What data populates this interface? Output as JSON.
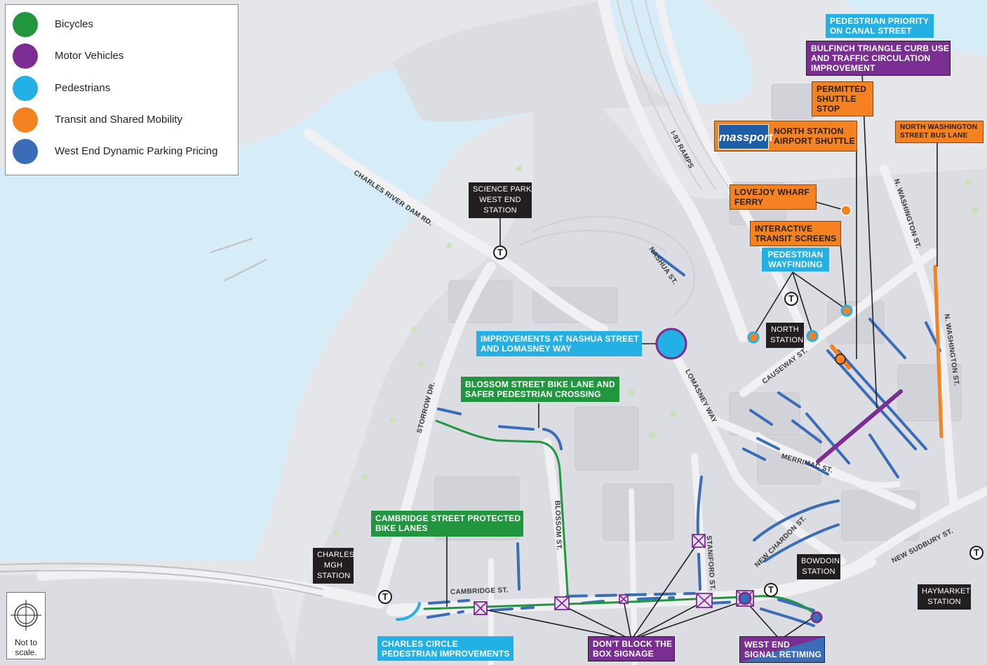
{
  "legend": {
    "items": [
      {
        "label": "Bicycles",
        "color": "#21963f"
      },
      {
        "label": "Motor Vehicles",
        "color": "#7b2e91"
      },
      {
        "label": "Pedestrians",
        "color": "#23b0e4"
      },
      {
        "label": "Transit and Shared Mobility",
        "color": "#f48221"
      },
      {
        "label": "West End Dynamic Parking Pricing",
        "color": "#3a6cb8"
      }
    ]
  },
  "scale_note": "Not to scale.",
  "transit_symbol": "T",
  "stations": {
    "science_park": [
      "SCIENCE PARK/",
      "WEST END",
      "STATION"
    ],
    "north": [
      "NORTH",
      "STATION"
    ],
    "charles_mgh": [
      "CHARLES",
      "MGH",
      "STATION"
    ],
    "bowdoin": [
      "BOWDOIN",
      "STATION"
    ],
    "haymarket": [
      "HAYMARKET",
      "STATION"
    ]
  },
  "callouts": {
    "ped_canal": [
      "PEDESTRIAN PRIORITY",
      "ON CANAL STREET"
    ],
    "bulfinch": [
      "BULFINCH TRIANGLE CURB USE",
      "AND TRAFFIC CIRCULATION",
      "IMPROVEMENT"
    ],
    "shuttle_stop": [
      "PERMITTED",
      "SHUTTLE",
      "STOP"
    ],
    "massport_logo": "massport",
    "airport_shuttle": [
      "NORTH STATION",
      "AIRPORT SHUTTLE"
    ],
    "n_wash_bus": [
      "NORTH WASHINGTON",
      "STREET BUS LANE"
    ],
    "lovejoy": [
      "LOVEJOY WHARF",
      "FERRY"
    ],
    "transit_screens": [
      "INTERACTIVE",
      "TRANSIT SCREENS"
    ],
    "wayfinding": [
      "PEDESTRIAN",
      "WAYFINDING"
    ],
    "nashua_lomasney": [
      "IMPROVEMENTS AT NASHUA STREET",
      "AND LOMASNEY WAY"
    ],
    "blossom_bike": [
      "BLOSSOM STREET BIKE LANE AND",
      "SAFER PEDESTRIAN CROSSING"
    ],
    "cambridge_bike": [
      "CAMBRIDGE STREET PROTECTED",
      "BIKE LANES"
    ],
    "charles_circle": [
      "CHARLES CIRCLE",
      "PEDESTRIAN IMPROVEMENTS"
    ],
    "dont_block": [
      "DON'T BLOCK THE",
      "BOX SIGNAGE"
    ],
    "signal_retiming": [
      "WEST END",
      "SIGNAL RETIMING"
    ]
  },
  "streets": {
    "charles_river_dam": "CHARLES RIVER DAM RD.",
    "i93": "I-93 RAMPS",
    "nashua": "NASHUA ST.",
    "n_washington_1": "N. WASHINGTON ST.",
    "n_washington_2": "N. WASHINGTON ST.",
    "causeway": "CAUSEWAY ST.",
    "lomasney": "LOMASNEY WAY",
    "storrow": "STORROW DR.",
    "merrimac": "MERRIMAC ST.",
    "blossom": "BLOSSOM ST.",
    "staniford": "STANIFORD ST.",
    "new_chardon": "NEW CHARDON ST.",
    "new_sudbury": "NEW SUDBURY ST.",
    "cambridge": "CAMBRIDGE ST."
  }
}
